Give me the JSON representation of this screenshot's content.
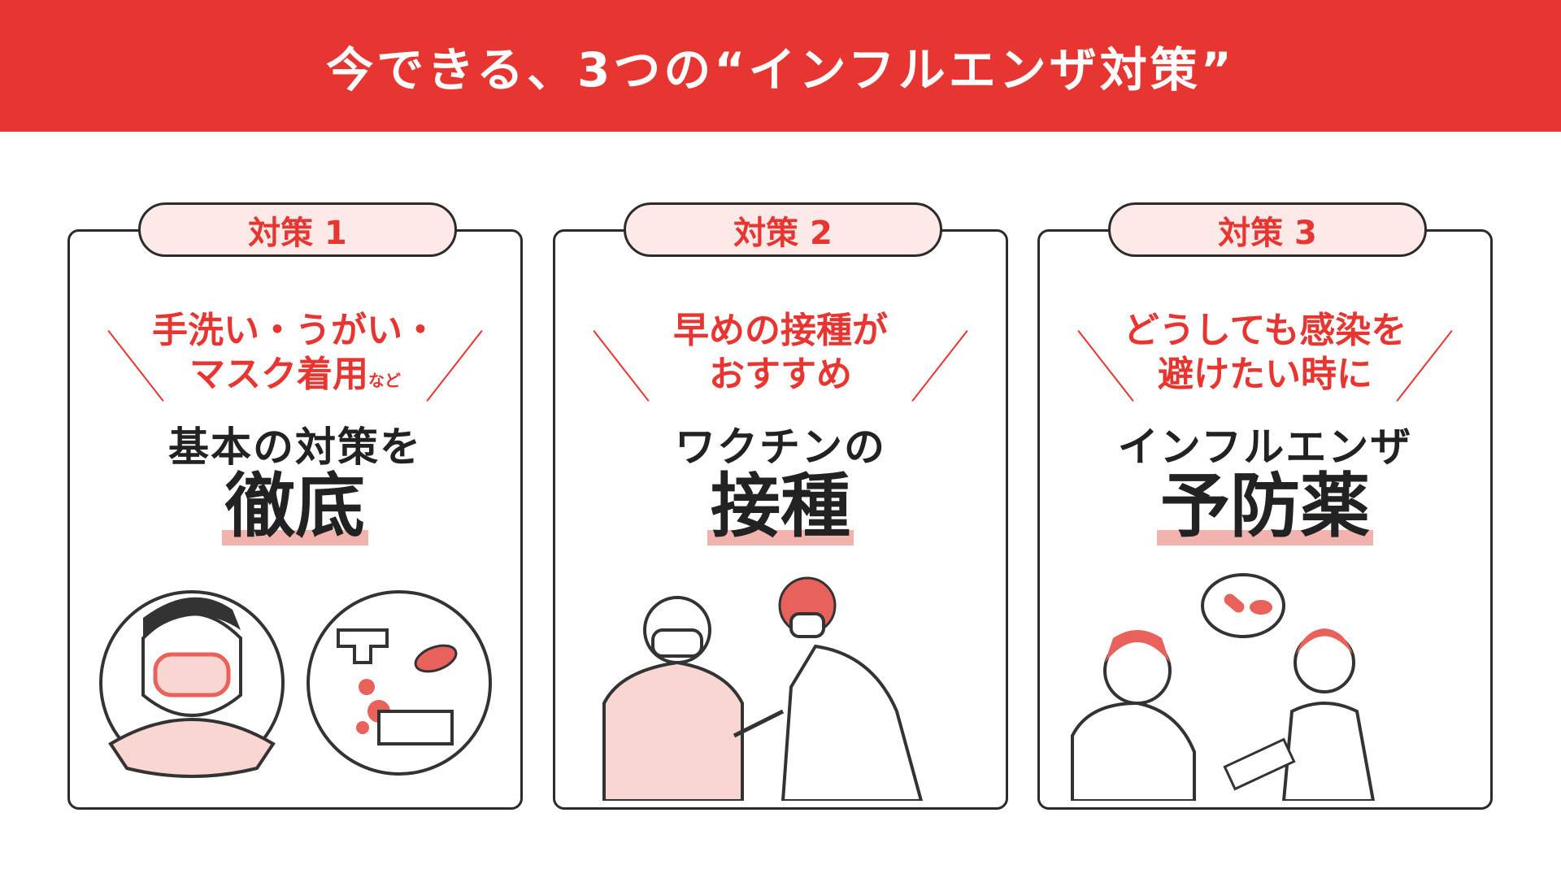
{
  "header": {
    "title": "今できる、3つの“インフルエンザ対策”"
  },
  "cards": [
    {
      "tab": "対策 1",
      "sub_line1": "手洗い・うがい・",
      "sub_line2": "マスク着用",
      "sub_suffix": "など",
      "line": "基本の対策を",
      "big": "徹底",
      "illustration": "mask-and-handwashing"
    },
    {
      "tab": "対策 2",
      "sub_line1": "早めの接種が",
      "sub_line2": "おすすめ",
      "sub_suffix": "",
      "line": "ワクチンの",
      "big": "接種",
      "illustration": "vaccination"
    },
    {
      "tab": "対策 3",
      "sub_line1": "どうしても感染を",
      "sub_line2": "避けたい時に",
      "sub_suffix": "",
      "line": "インフルエンザ",
      "big": "予防薬",
      "illustration": "preventive-medicine"
    }
  ],
  "colors": {
    "accent": "#e73631",
    "pill_bg": "#fde9e7",
    "underline": "#f2b2ad"
  }
}
